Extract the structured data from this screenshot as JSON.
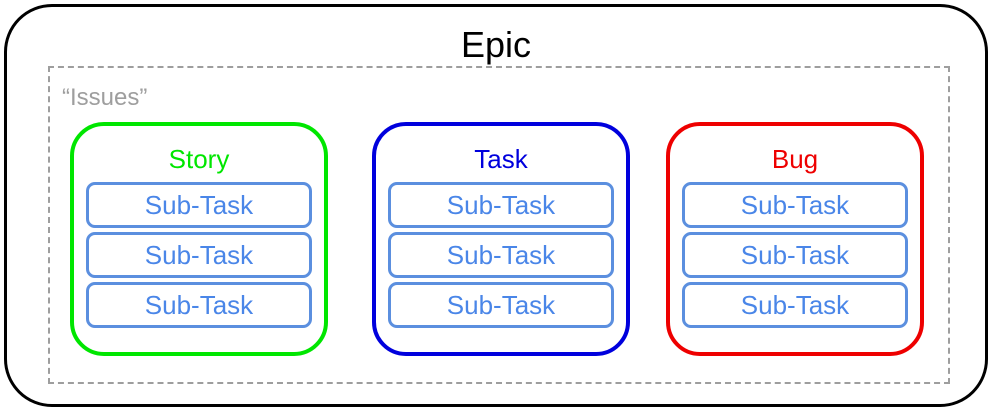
{
  "epic": {
    "title": "Epic"
  },
  "issues_group": {
    "label": "“Issues”"
  },
  "issues": [
    {
      "title": "Story",
      "color": "#00e600",
      "subtasks": [
        "Sub-Task",
        "Sub-Task",
        "Sub-Task"
      ]
    },
    {
      "title": "Task",
      "color": "#0000dd",
      "subtasks": [
        "Sub-Task",
        "Sub-Task",
        "Sub-Task"
      ]
    },
    {
      "title": "Bug",
      "color": "#ee0000",
      "subtasks": [
        "Sub-Task",
        "Sub-Task",
        "Sub-Task"
      ]
    }
  ],
  "subtask_color": "#4a86e8"
}
